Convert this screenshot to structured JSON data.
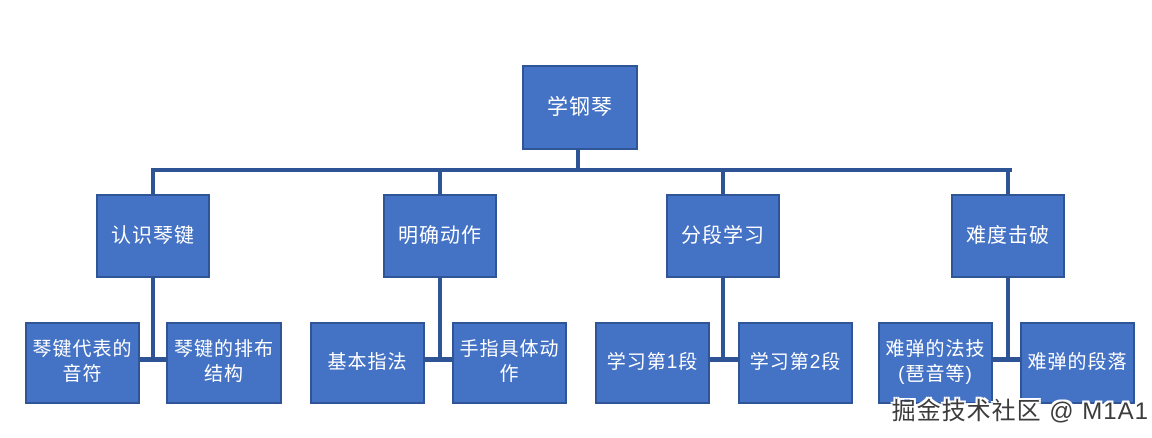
{
  "colors": {
    "background": "#FFFFFF",
    "box_fill": "#4472C4",
    "box_border": "#2F5597",
    "box_text": "#FFFFFF",
    "connector": "#2E5496",
    "watermark_color": "#3C3C3C"
  },
  "tree": {
    "root": {
      "label": "学钢琴"
    },
    "branches": [
      {
        "label": "认识琴键",
        "children": [
          "琴键代表的\n音符",
          "琴键的排布\n结构"
        ]
      },
      {
        "label": "明确动作",
        "children": [
          "基本指法",
          "手指具体动\n作"
        ]
      },
      {
        "label": "分段学习",
        "children": [
          "学习第1段",
          "学习第2段"
        ]
      },
      {
        "label": "难度击破",
        "children": [
          "难弹的法技\n(琶音等)",
          "难弹的段落"
        ]
      }
    ]
  },
  "watermark": {
    "text": "掘金技术社区 @ M1A1"
  }
}
